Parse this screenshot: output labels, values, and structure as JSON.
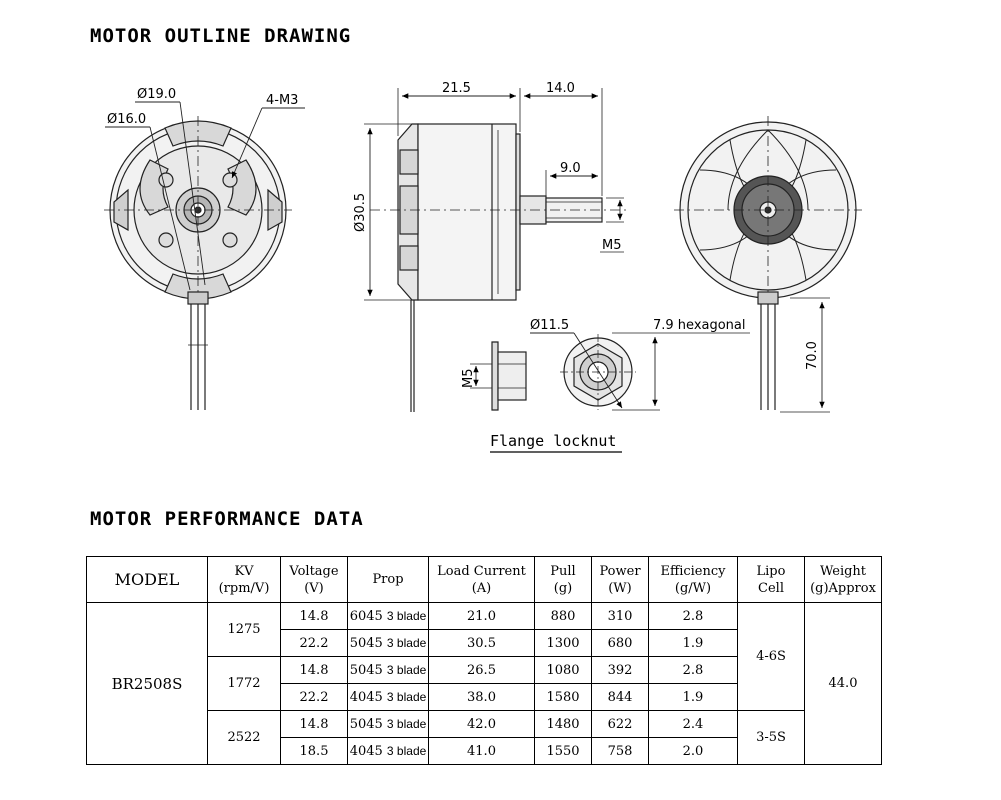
{
  "outline": {
    "title": "MOTOR OUTLINE DRAWING",
    "dims": {
      "phi19": "Ø19.0",
      "phi16": "Ø16.0",
      "m3": "4-M3",
      "len21": "21.5",
      "len14": "14.0",
      "len9": "9.0",
      "phi30": "Ø30.5",
      "m5a": "M5",
      "phi11": "Ø11.5",
      "hex": "7.9 hexagonal",
      "m5b": "M5",
      "wire70": "70.0",
      "locknut": "Flange locknut"
    }
  },
  "performance": {
    "title": "MOTOR PERFORMANCE DATA",
    "headers": {
      "model": "MODEL",
      "kv": "KV",
      "kv_unit": "(rpm/V)",
      "voltage": "Voltage",
      "voltage_unit": "(V)",
      "prop": "Prop",
      "current": "Load Current",
      "current_unit": "(A)",
      "pull": "Pull",
      "pull_unit": "(g)",
      "power": "Power",
      "power_unit": "(W)",
      "eff": "Efficiency",
      "eff_unit": "(g/W)",
      "lipo": "Lipo",
      "lipo_unit": "Cell",
      "weight": "Weight",
      "weight_unit": "(g)Approx"
    },
    "model": "BR2508S",
    "weight": "44.0",
    "kv_groups": [
      "1275",
      "1772",
      "2522"
    ],
    "lipo_groups": [
      "4-6S",
      "3-5S"
    ],
    "rows": [
      {
        "voltage": "14.8",
        "prop": "6045",
        "blade": "3 blade",
        "current": "21.0",
        "pull": "880",
        "power": "310",
        "eff": "2.8"
      },
      {
        "voltage": "22.2",
        "prop": "5045",
        "blade": "3 blade",
        "current": "30.5",
        "pull": "1300",
        "power": "680",
        "eff": "1.9"
      },
      {
        "voltage": "14.8",
        "prop": "5045",
        "blade": "3 blade",
        "current": "26.5",
        "pull": "1080",
        "power": "392",
        "eff": "2.8"
      },
      {
        "voltage": "22.2",
        "prop": "4045",
        "blade": "3 blade",
        "current": "38.0",
        "pull": "1580",
        "power": "844",
        "eff": "1.9"
      },
      {
        "voltage": "14.8",
        "prop": "5045",
        "blade": "3 blade",
        "current": "42.0",
        "pull": "1480",
        "power": "622",
        "eff": "2.4"
      },
      {
        "voltage": "18.5",
        "prop": "4045",
        "blade": "3 blade",
        "current": "41.0",
        "pull": "1550",
        "power": "758",
        "eff": "2.0"
      }
    ]
  }
}
